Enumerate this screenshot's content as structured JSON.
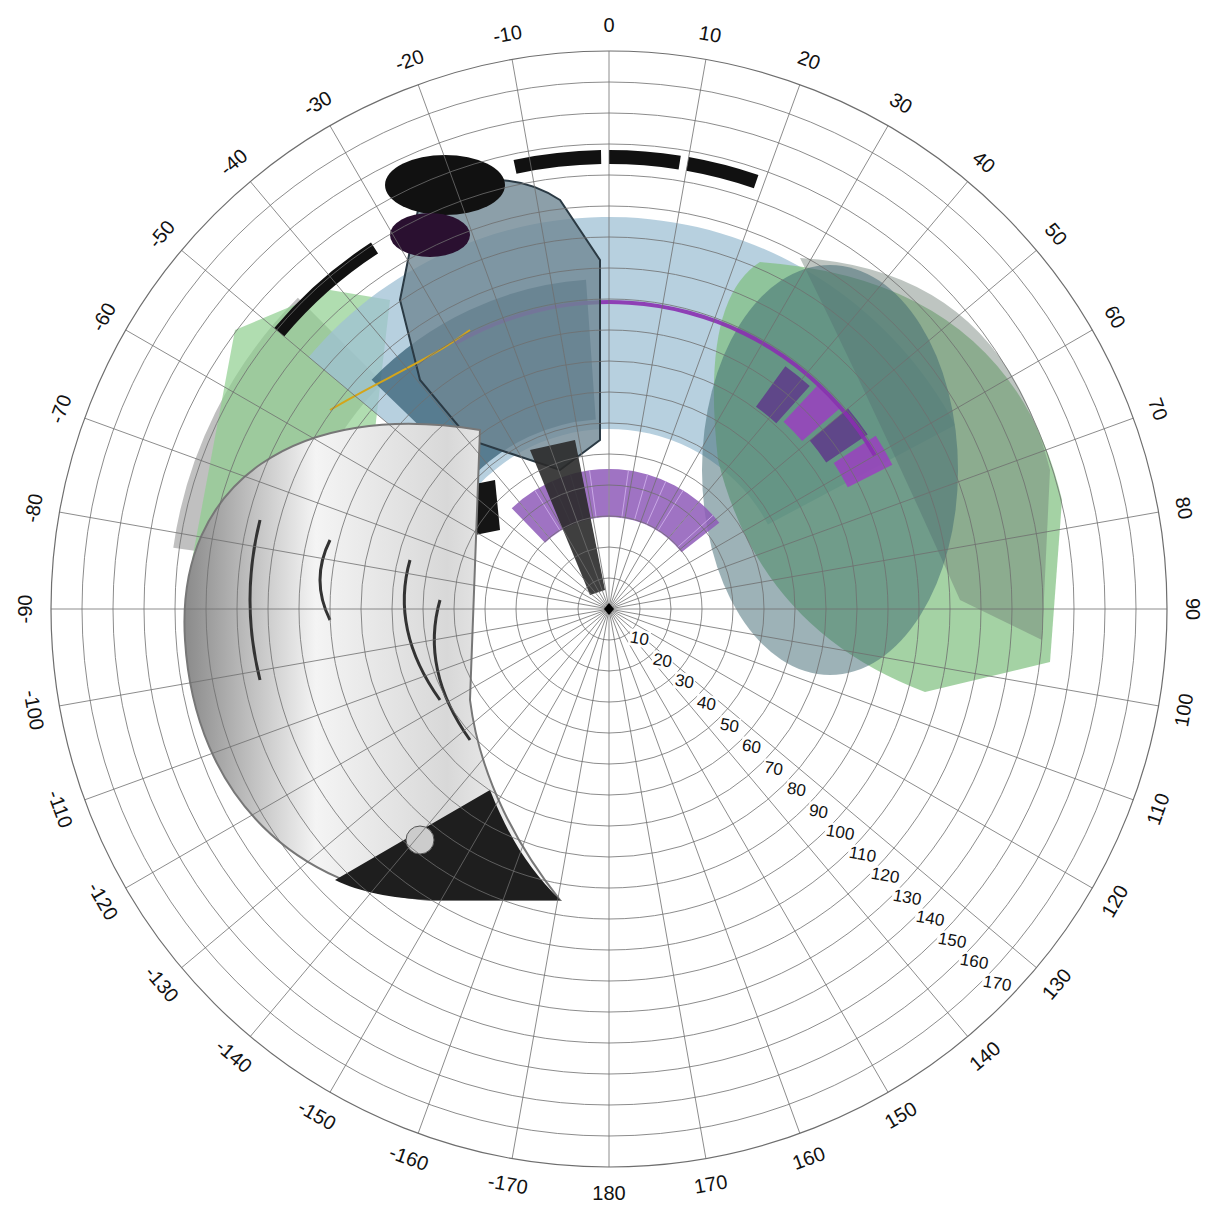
{
  "diagram": {
    "labels": [
      "0",
      "10",
      "20",
      "30",
      "40",
      "50",
      "60",
      "70",
      "80",
      "90",
      "100",
      "110",
      "120",
      "130",
      "140",
      "150",
      "160",
      "170",
      "180",
      "-170",
      "-160",
      "-150",
      "-140",
      "-130",
      "-120",
      "-110",
      "-100",
      "-90",
      "-80",
      "-70",
      "-60",
      "-50",
      "-40",
      "-30",
      "-20",
      "-10",
      "10",
      "20",
      "30",
      "40",
      "50",
      "60",
      "70",
      "80",
      "90",
      "100",
      "110",
      "120",
      "130",
      "140",
      "150",
      "160",
      "170"
    ]
  }
}
